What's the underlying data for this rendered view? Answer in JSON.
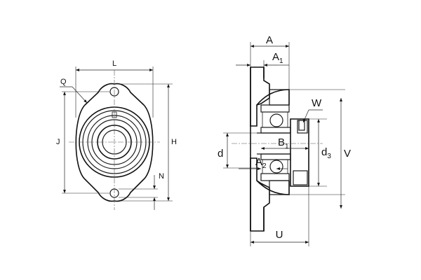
{
  "labels": {
    "L": "L",
    "Q": "Q",
    "J": "J",
    "H": "H",
    "N": "N",
    "A": "A",
    "A1_main": "A",
    "A1_sub": "1",
    "W": "W",
    "B1_main": "B",
    "B1_sub": "1",
    "d": "d",
    "d3_main": "d",
    "d3_sub": "3",
    "V": "V",
    "A2_main": "A",
    "A2_sub": "2",
    "U": "U"
  },
  "colors": {
    "line": "#1a1a1a",
    "background": "#ffffff",
    "hatch": "#333333"
  }
}
